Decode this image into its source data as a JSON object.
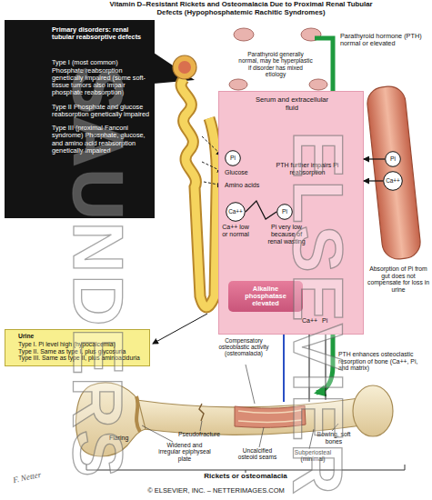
{
  "diagram": {
    "title": "Vitamin D–Resistant Rickets and Osteomalacia Due to Proximal Renal Tubular Defects (Hypophosphatemic Rachitic Syndromes)",
    "nodes": [
      {
        "text": [
          "Primary disorders: renal tubular reabsorptive defects",
          "Type I (most common) Phosphate reabsorption genetically impaired (some soft-tissue tumors also impair phosphate reabsorption)",
          "Type II Phosphate and glucose reabsorption genetically impaired",
          "Type III (proximal Fanconi syndrome) Phosphate, glucose, and amino acid reabsorption genetically impaired"
        ]
      },
      {
        "text": [
          "Serum and extracellular fluid"
        ]
      },
      {
        "text": [
          "Pi"
        ],
        "in": 1
      },
      {
        "text": [
          "Ca++"
        ],
        "in": 1
      },
      {
        "text": [
          "Pi"
        ],
        "in": 1
      },
      {
        "text": [
          "Alkaline phosphatase elevated"
        ],
        "in": 1
      },
      {
        "text": [
          "Pi"
        ]
      },
      {
        "text": [
          "Ca++"
        ]
      },
      {
        "text": [
          "Urine",
          "Type I. Pi level high (hypocalcemia)",
          "Type II. Same as type I, plus glycosuria",
          "Type III. Same as type II, plus aminoaciduria"
        ]
      }
    ],
    "edges": [
      {
        "from": 6,
        "to": 1,
        "arrow": "to"
      },
      {
        "from": 7,
        "to": 1,
        "arrow": "to"
      },
      {
        "from": 3,
        "to": 4,
        "arrow": "none"
      }
    ],
    "labels": [
      "Parathyroid generally normal, may be hyperplastic if disorder has mixed etiology",
      "Parathyroid hormone (PTH) normal or elevated",
      "Glucose",
      "Amino acids",
      "PTH further impairs Pi reabsorption",
      "Ca++ low or normal",
      "Pi very low because of renal wasting",
      "Ca++",
      "Pi",
      "Absorption of Pi from gut does not compensate for loss in urine",
      "Compensatory osteoblastic activity (osteomalacia)",
      "PTH enhances osteoclastic resorption of bone (Ca++, Pi, and matrix)",
      "Flaring",
      "Widened and irregular epiphyseal plate",
      "Pseudofracture",
      "Uncalcified osteoid seams",
      "Bowing, soft bones",
      "Subperiosteal (minimal)",
      "Rickets or osteomalacia",
      "© ELSEVIER, INC. – NETTERIMAGES.COM",
      "SAUNDERS",
      "ELSEVIER",
      "F. Netter"
    ]
  }
}
